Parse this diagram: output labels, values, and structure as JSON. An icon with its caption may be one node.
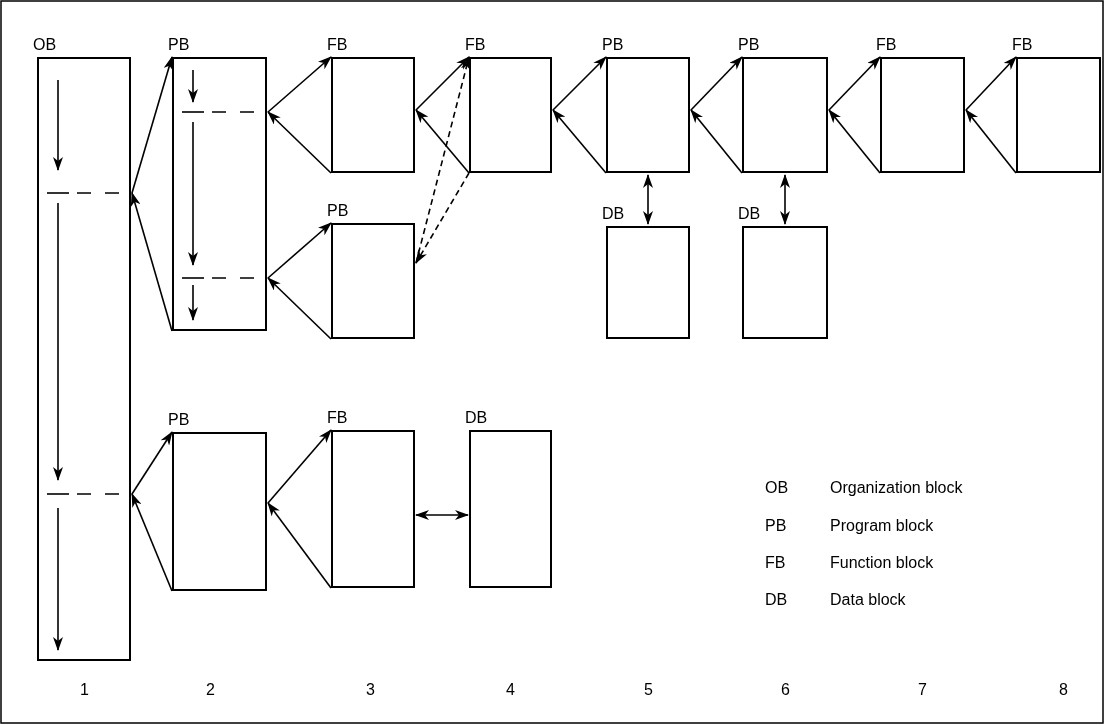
{
  "diagram": {
    "nodes": [
      {
        "text": [
          "OB"
        ]
      },
      {
        "text": [
          "PB"
        ]
      },
      {
        "text": [
          "FB"
        ]
      },
      {
        "text": [
          "FB"
        ]
      },
      {
        "text": [
          "PB"
        ]
      },
      {
        "text": [
          "PB"
        ]
      },
      {
        "text": [
          "FB"
        ]
      },
      {
        "text": [
          "FB"
        ]
      },
      {
        "text": [
          "PB"
        ]
      },
      {
        "text": [
          "DB"
        ]
      },
      {
        "text": [
          "DB"
        ]
      },
      {
        "text": [
          "PB"
        ]
      },
      {
        "text": [
          "FB"
        ]
      },
      {
        "text": [
          "DB"
        ]
      }
    ],
    "edges": [
      {
        "from": 0,
        "to": 1,
        "arrow": "to"
      },
      {
        "from": 1,
        "to": 0,
        "arrow": "to"
      },
      {
        "from": 1,
        "to": 2,
        "arrow": "to"
      },
      {
        "from": 2,
        "to": 1,
        "arrow": "to"
      },
      {
        "from": 1,
        "to": 8,
        "arrow": "to"
      },
      {
        "from": 8,
        "to": 1,
        "arrow": "to"
      },
      {
        "from": 2,
        "to": 3,
        "arrow": "to"
      },
      {
        "from": 3,
        "to": 2,
        "arrow": "to"
      },
      {
        "from": 3,
        "to": 4,
        "arrow": "to"
      },
      {
        "from": 4,
        "to": 3,
        "arrow": "to"
      },
      {
        "from": 4,
        "to": 5,
        "arrow": "to"
      },
      {
        "from": 5,
        "to": 4,
        "arrow": "to"
      },
      {
        "from": 5,
        "to": 6,
        "arrow": "to"
      },
      {
        "from": 6,
        "to": 5,
        "arrow": "to"
      },
      {
        "from": 6,
        "to": 7,
        "arrow": "to"
      },
      {
        "from": 7,
        "to": 6,
        "arrow": "to"
      },
      {
        "from": 8,
        "to": 3,
        "arrow": "to",
        "style": "dashed"
      },
      {
        "from": 3,
        "to": 8,
        "arrow": "to",
        "style": "dashed"
      },
      {
        "from": 4,
        "to": 9,
        "arrow": "both"
      },
      {
        "from": 5,
        "to": 10,
        "arrow": "both"
      },
      {
        "from": 0,
        "to": 11,
        "arrow": "to"
      },
      {
        "from": 11,
        "to": 0,
        "arrow": "to"
      },
      {
        "from": 11,
        "to": 12,
        "arrow": "to"
      },
      {
        "from": 12,
        "to": 11,
        "arrow": "to"
      },
      {
        "from": 12,
        "to": 13,
        "arrow": "both"
      }
    ],
    "labels": [
      "OB",
      "Organization block",
      "PB",
      "Program block",
      "FB",
      "Function block",
      "DB",
      "Data block",
      "1",
      "2",
      "3",
      "4",
      "5",
      "6",
      "7",
      "8"
    ]
  }
}
